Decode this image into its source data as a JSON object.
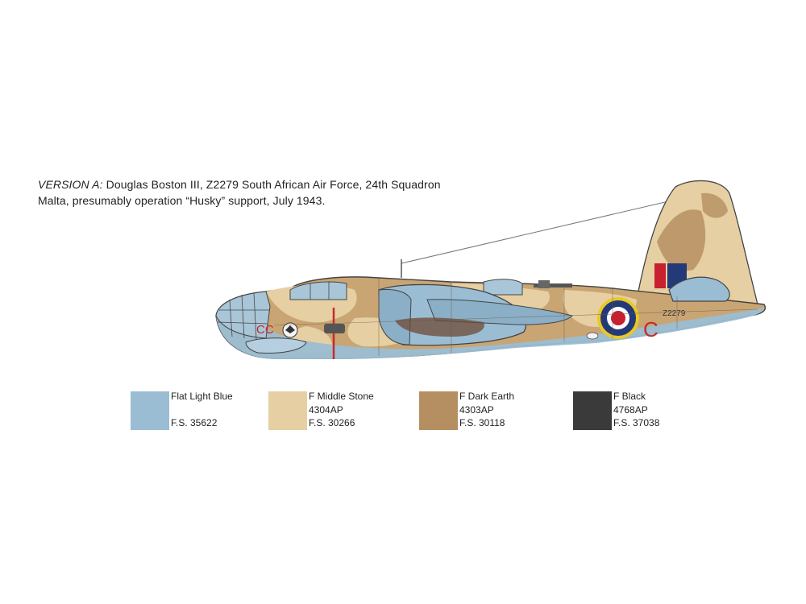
{
  "caption": {
    "version_label": "VERSION A:",
    "line1_rest": " Douglas Boston III, Z2279 South African Air Force, 24th Squadron",
    "line2": "Malta, presumably operation “Husky” support, July 1943."
  },
  "aircraft": {
    "fuselage_code": "CC",
    "tail_letter": "C",
    "serial": "Z2279",
    "colors": {
      "light_blue": "#9bbdd3",
      "middle_stone": "#e6cfa2",
      "dark_earth": "#b58f62",
      "black": "#3a3a3a",
      "roundel_red": "#c8202e",
      "roundel_blue": "#233a78",
      "roundel_yellow": "#e9c927",
      "code_red": "#c52b2b"
    }
  },
  "swatches": [
    {
      "name": "Flat Light Blue",
      "code": "",
      "fs": "F.S. 35622",
      "color": "#9bbdd3"
    },
    {
      "name": "F Middle Stone",
      "code": "4304AP",
      "fs": "F.S. 30266",
      "color": "#e6cfa2"
    },
    {
      "name": "F Dark Earth",
      "code": "4303AP",
      "fs": "F.S. 30118",
      "color": "#b58f62"
    },
    {
      "name": "F Black",
      "code": "4768AP",
      "fs": "F.S. 37038",
      "color": "#3a3a3a"
    }
  ]
}
